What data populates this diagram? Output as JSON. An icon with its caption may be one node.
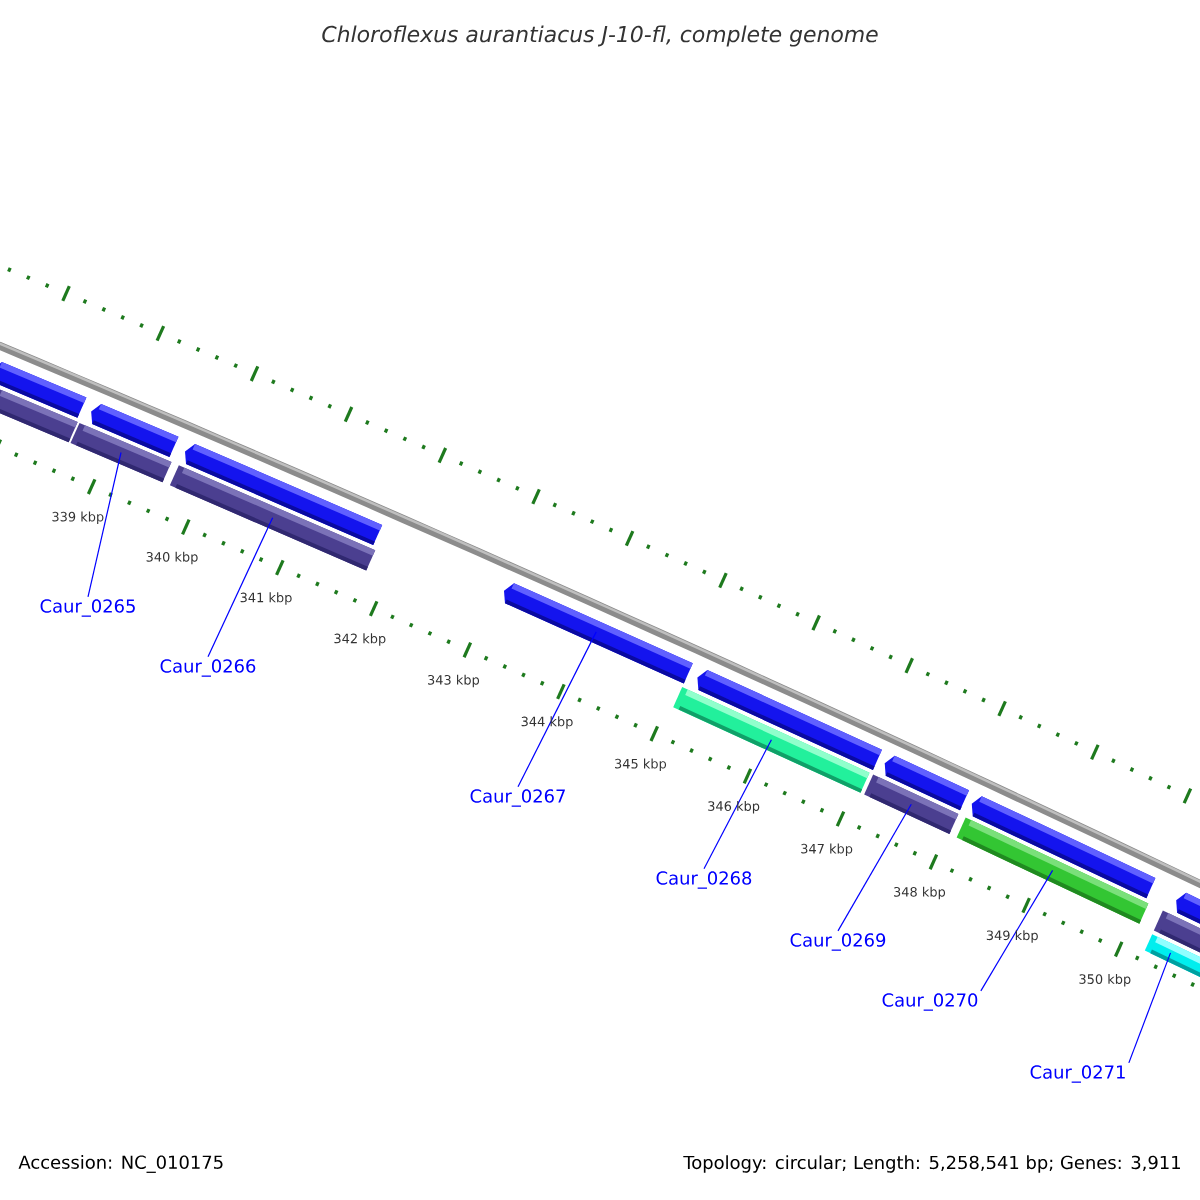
{
  "diagram": {
    "title": "Chloroflexus aurantiacus J-10-fl, complete genome",
    "nodes": [
      {
        "text": [
          "Caur_0265"
        ]
      },
      {
        "text": [
          "Caur_0266"
        ]
      },
      {
        "text": [
          "Caur_0267"
        ]
      },
      {
        "text": [
          "Caur_0268"
        ]
      },
      {
        "text": [
          "Caur_0269"
        ]
      },
      {
        "text": [
          "Caur_0270"
        ]
      },
      {
        "text": [
          "Caur_0271"
        ]
      },
      {
        "text": [],
        "shape": "bar"
      },
      {
        "text": [],
        "shape": "bar"
      },
      {
        "text": [],
        "shape": "bar"
      },
      {
        "text": [],
        "shape": "bar"
      },
      {
        "text": [],
        "shape": "bar"
      },
      {
        "text": [],
        "shape": "bar"
      },
      {
        "text": [],
        "shape": "bar"
      },
      {
        "text": [],
        "shape": "bar"
      },
      {
        "text": [],
        "shape": "bar"
      },
      {
        "text": [],
        "shape": "bar"
      },
      {
        "text": [],
        "shape": "bar"
      },
      {
        "text": [],
        "shape": "bar"
      },
      {
        "text": [],
        "shape": "bar"
      },
      {
        "text": [],
        "shape": "bar"
      },
      {
        "text": [],
        "shape": "bar"
      },
      {
        "text": [],
        "shape": "bar"
      }
    ],
    "edges": [
      {
        "from": 0,
        "to": 9,
        "arrow": "none"
      },
      {
        "from": 1,
        "to": 12,
        "arrow": "none"
      },
      {
        "from": 2,
        "to": 13,
        "arrow": "none"
      },
      {
        "from": 3,
        "to": 14,
        "arrow": "none"
      },
      {
        "from": 4,
        "to": 16,
        "arrow": "none"
      },
      {
        "from": 5,
        "to": 19,
        "arrow": "none"
      },
      {
        "from": 6,
        "to": 21,
        "arrow": "none"
      }
    ],
    "labels": [
      "339 kbp",
      "340 kbp",
      "341 kbp",
      "342 kbp",
      "343 kbp",
      "344 kbp",
      "345 kbp",
      "346 kbp",
      "347 kbp",
      "348 kbp",
      "349 kbp",
      "350 kbp",
      "Accession: NC_010175",
      "Topology: circular; Length: 5,258,541 bp; Genes: 3,911"
    ]
  }
}
